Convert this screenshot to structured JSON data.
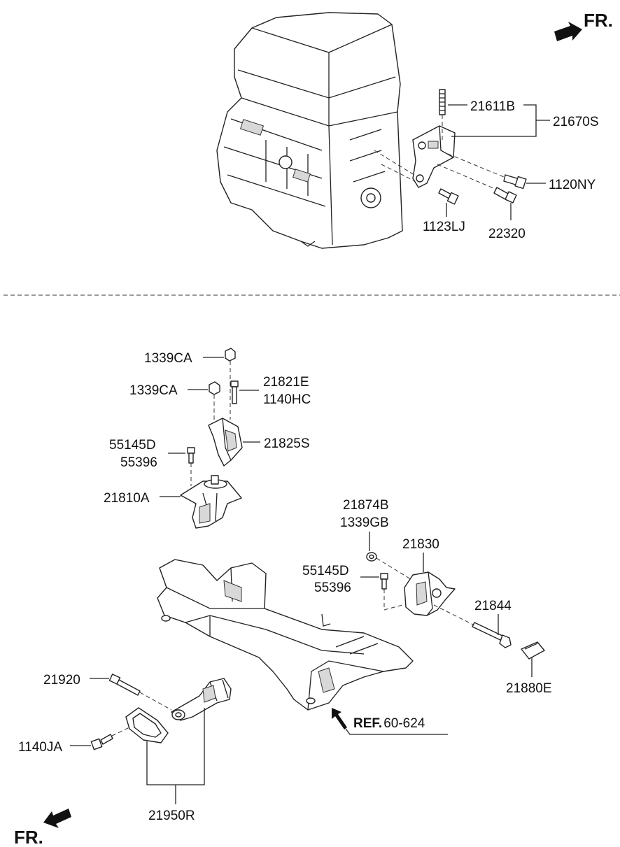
{
  "orientation": {
    "top_fr_label": "FR.",
    "bottom_fr_label": "FR."
  },
  "reference": {
    "ref_bold": "REF.",
    "ref_number": "60-624"
  },
  "callouts": {
    "c21611B": "21611B",
    "c21670S": "21670S",
    "c1120NY": "1120NY",
    "c1123LJ": "1123LJ",
    "c22320": "22320",
    "c1339CA_a": "1339CA",
    "c1339CA_b": "1339CA",
    "c21821E": "21821E",
    "c1140HC": "1140HC",
    "c21825S": "21825S",
    "c55145D_a": "55145D",
    "c55396_a": "55396",
    "c21810A": "21810A",
    "c21874B": "21874B",
    "c1339GB": "1339GB",
    "c21830": "21830",
    "c55145D_b": "55145D",
    "c55396_b": "55396",
    "c21844": "21844",
    "c21880E": "21880E",
    "c21920": "21920",
    "c1140JA": "1140JA",
    "c21950R": "21950R"
  }
}
